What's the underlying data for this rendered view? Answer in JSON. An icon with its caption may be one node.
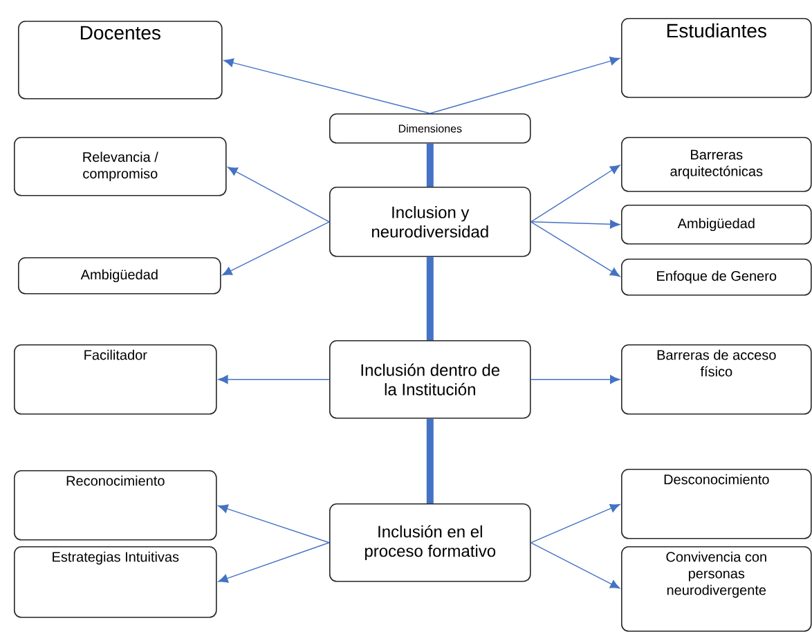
{
  "diagram": {
    "nodes": [
      {
        "text": [
          "Docentes"
        ]
      },
      {
        "text": [
          "Estudiantes"
        ]
      },
      {
        "text": [
          "Dimensiones"
        ]
      },
      {
        "text": [
          "Inclusion y neurodiversidad"
        ]
      },
      {
        "text": [
          "Relevancia / compromiso"
        ]
      },
      {
        "text": [
          "Ambigüedad"
        ]
      },
      {
        "text": [
          "Barreras arquitectónicas"
        ]
      },
      {
        "text": [
          "Ambigüedad"
        ]
      },
      {
        "text": [
          "Enfoque de Genero"
        ]
      },
      {
        "text": [
          "Inclusión dentro de la Institución"
        ]
      },
      {
        "text": [
          "Facilitador"
        ]
      },
      {
        "text": [
          "Barreras de acceso físico"
        ]
      },
      {
        "text": [
          "Inclusión en el proceso formativo"
        ]
      },
      {
        "text": [
          "Reconocimiento"
        ]
      },
      {
        "text": [
          "Estrategias Intuitivas"
        ]
      },
      {
        "text": [
          "Desconocimiento"
        ]
      },
      {
        "text": [
          "Convivencia con personas neurodivergente"
        ]
      }
    ],
    "edges": [
      {
        "from": 2,
        "to": 0,
        "arrow": "to"
      },
      {
        "from": 2,
        "to": 1,
        "arrow": "to"
      },
      {
        "from": 2,
        "to": 3,
        "arrow": "none",
        "style": "thick"
      },
      {
        "from": 3,
        "to": 4,
        "arrow": "to"
      },
      {
        "from": 3,
        "to": 5,
        "arrow": "to"
      },
      {
        "from": 3,
        "to": 6,
        "arrow": "to"
      },
      {
        "from": 3,
        "to": 7,
        "arrow": "to"
      },
      {
        "from": 3,
        "to": 8,
        "arrow": "to"
      },
      {
        "from": 3,
        "to": 9,
        "arrow": "none",
        "style": "thick"
      },
      {
        "from": 9,
        "to": 10,
        "arrow": "to"
      },
      {
        "from": 9,
        "to": 11,
        "arrow": "to"
      },
      {
        "from": 9,
        "to": 12,
        "arrow": "none",
        "style": "thick"
      },
      {
        "from": 12,
        "to": 13,
        "arrow": "to"
      },
      {
        "from": 12,
        "to": 14,
        "arrow": "to"
      },
      {
        "from": 12,
        "to": 15,
        "arrow": "to"
      },
      {
        "from": 12,
        "to": 16,
        "arrow": "to"
      }
    ]
  }
}
